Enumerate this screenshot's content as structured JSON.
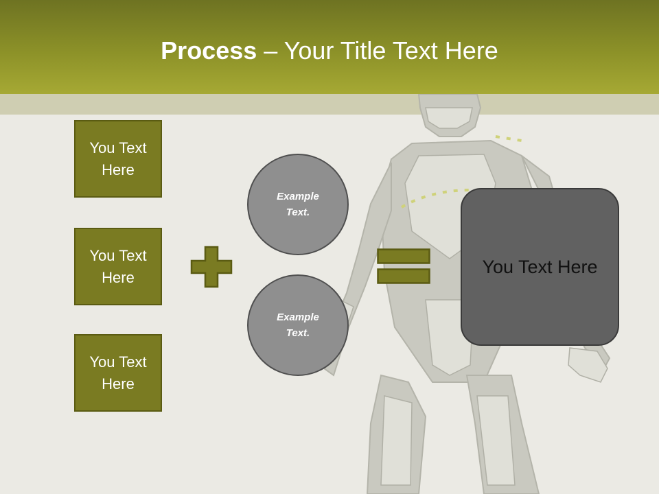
{
  "title": {
    "bold": "Process",
    "rest": " – Your Title Text Here"
  },
  "boxes": [
    {
      "label": "You Text Here"
    },
    {
      "label": "You Text Here"
    },
    {
      "label": "You Text Here"
    }
  ],
  "circles": [
    {
      "label": "Example Text."
    },
    {
      "label": "Example Text."
    }
  ],
  "result": {
    "label": "You Text Here"
  },
  "operators": {
    "plus_icon": "plus-icon",
    "equals_icon": "equals-icon"
  },
  "colors": {
    "header": "#8c9128",
    "box_fill": "#7a7b22",
    "box_border": "#5a5b12",
    "circle_fill": "#8f8f8f",
    "result_fill": "#616161",
    "background": "#ebeae4"
  }
}
